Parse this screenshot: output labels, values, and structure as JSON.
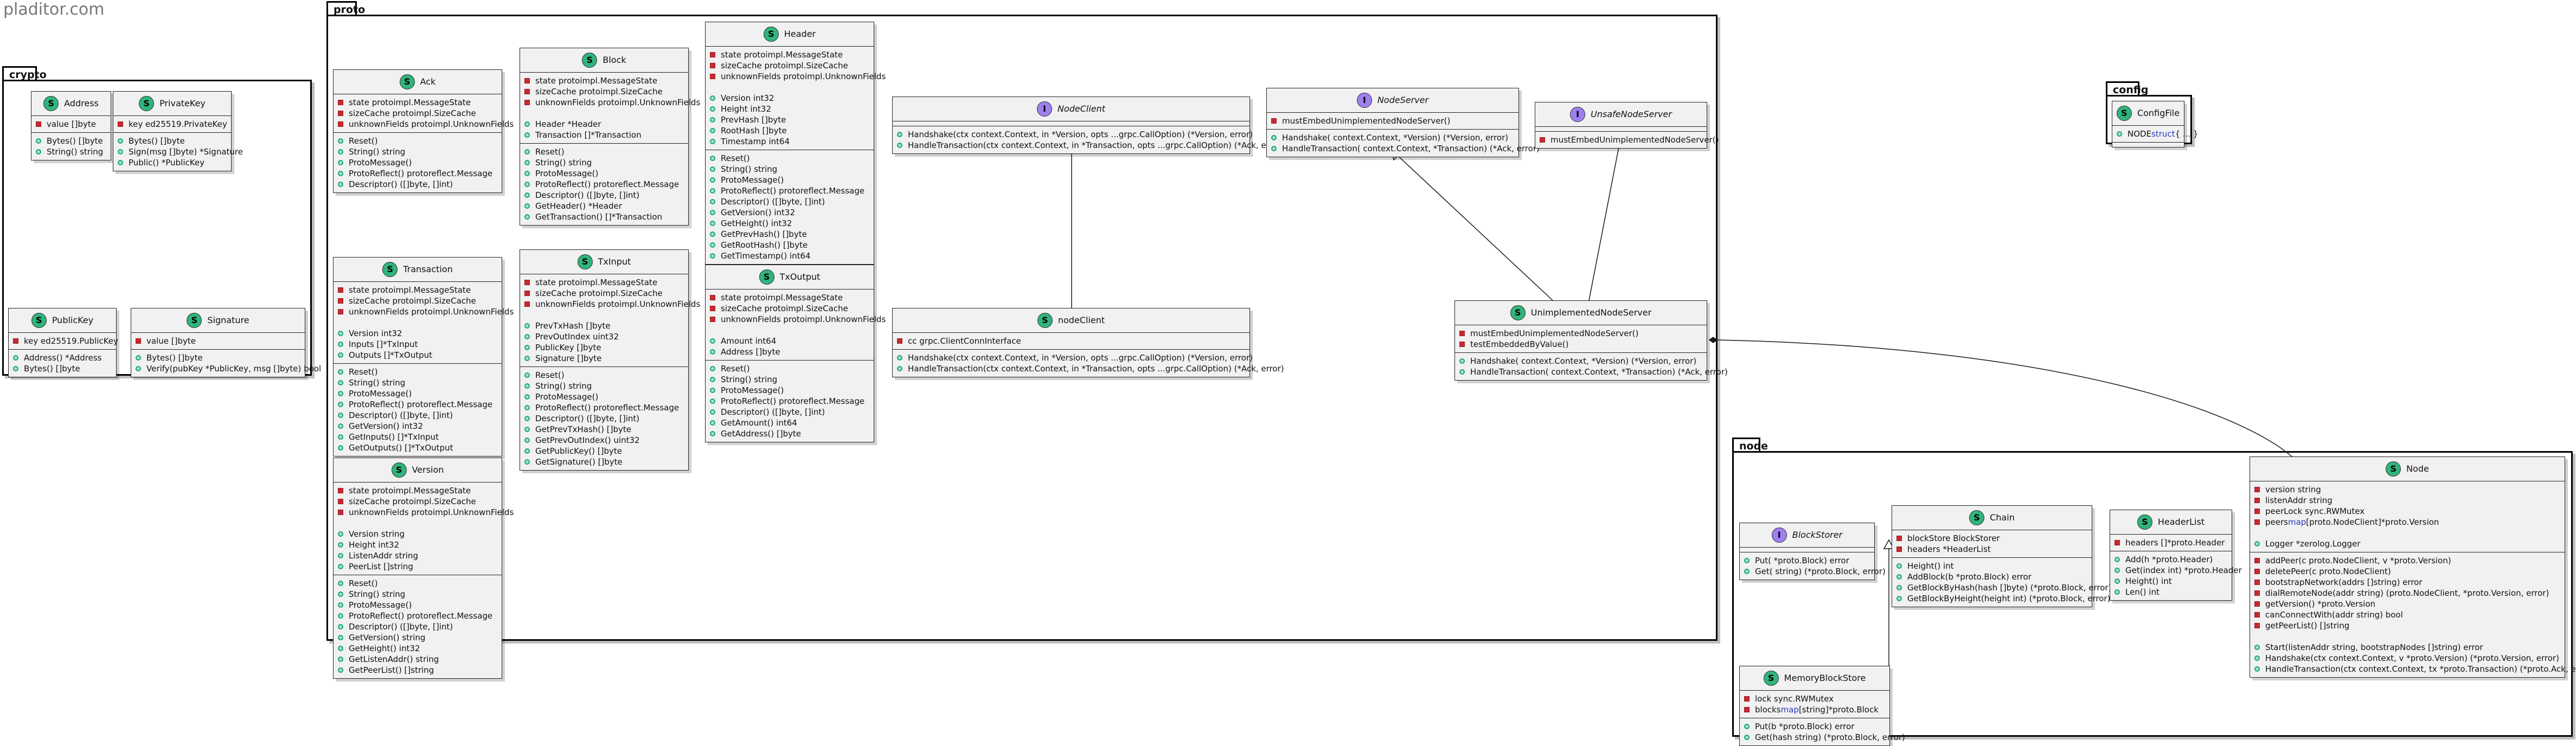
{
  "title": "pladitor.com",
  "packages": [
    {
      "id": "crypto",
      "label": "crypto"
    },
    {
      "id": "proto",
      "label": "proto"
    },
    {
      "id": "config",
      "label": "config"
    },
    {
      "id": "node",
      "label": "node"
    }
  ],
  "classes": [
    {
      "id": "address",
      "kind": "S",
      "name": "Address",
      "sections": [
        [
          {
            "v": "-",
            "t": "value []byte"
          }
        ],
        [
          {
            "v": "+",
            "t": "Bytes() []byte"
          },
          {
            "v": "+",
            "t": "String() string"
          }
        ]
      ]
    },
    {
      "id": "privatekey",
      "kind": "S",
      "name": "PrivateKey",
      "sections": [
        [
          {
            "v": "-",
            "t": "key ed25519.PrivateKey"
          }
        ],
        [
          {
            "v": "+",
            "t": "Bytes() []byte"
          },
          {
            "v": "+",
            "t": "Sign(msg []byte) *Signature"
          },
          {
            "v": "+",
            "t": "Public() *PublicKey"
          }
        ]
      ]
    },
    {
      "id": "publickey",
      "kind": "S",
      "name": "PublicKey",
      "sections": [
        [
          {
            "v": "-",
            "t": "key ed25519.PublicKey"
          }
        ],
        [
          {
            "v": "+",
            "t": "Address() *Address"
          },
          {
            "v": "+",
            "t": "Bytes() []byte"
          }
        ]
      ]
    },
    {
      "id": "signature",
      "kind": "S",
      "name": "Signature",
      "sections": [
        [
          {
            "v": "-",
            "t": "value []byte"
          }
        ],
        [
          {
            "v": "+",
            "t": "Bytes() []byte"
          },
          {
            "v": "+",
            "t": "Verify(pubKey *PublicKey, msg []byte) bool"
          }
        ]
      ]
    },
    {
      "id": "ack",
      "kind": "S",
      "name": "Ack",
      "sections": [
        [
          {
            "v": "-",
            "t": "state protoimpl.MessageState"
          },
          {
            "v": "-",
            "t": "sizeCache protoimpl.SizeCache"
          },
          {
            "v": "-",
            "t": "unknownFields protoimpl.UnknownFields"
          }
        ],
        [
          {
            "v": "+",
            "t": "Reset()"
          },
          {
            "v": "+",
            "t": "String() string"
          },
          {
            "v": "+",
            "t": "ProtoMessage()"
          },
          {
            "v": "+",
            "t": "ProtoReflect() protoreflect.Message"
          },
          {
            "v": "+",
            "t": "Descriptor() ([]byte, []int)"
          }
        ]
      ]
    },
    {
      "id": "block",
      "kind": "S",
      "name": "Block",
      "sections": [
        [
          {
            "v": "-",
            "t": "state protoimpl.MessageState"
          },
          {
            "v": "-",
            "t": "sizeCache protoimpl.SizeCache"
          },
          {
            "v": "-",
            "t": "unknownFields protoimpl.UnknownFields"
          },
          {
            "gap": true
          },
          {
            "v": "+",
            "t": "Header *Header"
          },
          {
            "v": "+",
            "t": "Transaction []*Transaction"
          }
        ],
        [
          {
            "v": "+",
            "t": "Reset()"
          },
          {
            "v": "+",
            "t": "String() string"
          },
          {
            "v": "+",
            "t": "ProtoMessage()"
          },
          {
            "v": "+",
            "t": "ProtoReflect() protoreflect.Message"
          },
          {
            "v": "+",
            "t": "Descriptor() ([]byte, []int)"
          },
          {
            "v": "+",
            "t": "GetHeader() *Header"
          },
          {
            "v": "+",
            "t": "GetTransaction() []*Transaction"
          }
        ]
      ]
    },
    {
      "id": "header",
      "kind": "S",
      "name": "Header",
      "sections": [
        [
          {
            "v": "-",
            "t": "state protoimpl.MessageState"
          },
          {
            "v": "-",
            "t": "sizeCache protoimpl.SizeCache"
          },
          {
            "v": "-",
            "t": "unknownFields protoimpl.UnknownFields"
          },
          {
            "gap": true
          },
          {
            "v": "+",
            "t": "Version int32"
          },
          {
            "v": "+",
            "t": "Height int32"
          },
          {
            "v": "+",
            "t": "PrevHash []byte"
          },
          {
            "v": "+",
            "t": "RootHash []byte"
          },
          {
            "v": "+",
            "t": "Timestamp int64"
          }
        ],
        [
          {
            "v": "+",
            "t": "Reset()"
          },
          {
            "v": "+",
            "t": "String() string"
          },
          {
            "v": "+",
            "t": "ProtoMessage()"
          },
          {
            "v": "+",
            "t": "ProtoReflect() protoreflect.Message"
          },
          {
            "v": "+",
            "t": "Descriptor() ([]byte, []int)"
          },
          {
            "v": "+",
            "t": "GetVersion() int32"
          },
          {
            "v": "+",
            "t": "GetHeight() int32"
          },
          {
            "v": "+",
            "t": "GetPrevHash() []byte"
          },
          {
            "v": "+",
            "t": "GetRootHash() []byte"
          },
          {
            "v": "+",
            "t": "GetTimestamp() int64"
          }
        ]
      ]
    },
    {
      "id": "transaction",
      "kind": "S",
      "name": "Transaction",
      "sections": [
        [
          {
            "v": "-",
            "t": "state protoimpl.MessageState"
          },
          {
            "v": "-",
            "t": "sizeCache protoimpl.SizeCache"
          },
          {
            "v": "-",
            "t": "unknownFields protoimpl.UnknownFields"
          },
          {
            "gap": true
          },
          {
            "v": "+",
            "t": "Version int32"
          },
          {
            "v": "+",
            "t": "Inputs []*TxInput"
          },
          {
            "v": "+",
            "t": "Outputs []*TxOutput"
          }
        ],
        [
          {
            "v": "+",
            "t": "Reset()"
          },
          {
            "v": "+",
            "t": "String() string"
          },
          {
            "v": "+",
            "t": "ProtoMessage()"
          },
          {
            "v": "+",
            "t": "ProtoReflect() protoreflect.Message"
          },
          {
            "v": "+",
            "t": "Descriptor() ([]byte, []int)"
          },
          {
            "v": "+",
            "t": "GetVersion() int32"
          },
          {
            "v": "+",
            "t": "GetInputs() []*TxInput"
          },
          {
            "v": "+",
            "t": "GetOutputs() []*TxOutput"
          }
        ]
      ]
    },
    {
      "id": "txinput",
      "kind": "S",
      "name": "TxInput",
      "sections": [
        [
          {
            "v": "-",
            "t": "state protoimpl.MessageState"
          },
          {
            "v": "-",
            "t": "sizeCache protoimpl.SizeCache"
          },
          {
            "v": "-",
            "t": "unknownFields protoimpl.UnknownFields"
          },
          {
            "gap": true
          },
          {
            "v": "+",
            "t": "PrevTxHash []byte"
          },
          {
            "v": "+",
            "t": "PrevOutIndex uint32"
          },
          {
            "v": "+",
            "t": "PublicKey []byte"
          },
          {
            "v": "+",
            "t": "Signature []byte"
          }
        ],
        [
          {
            "v": "+",
            "t": "Reset()"
          },
          {
            "v": "+",
            "t": "String() string"
          },
          {
            "v": "+",
            "t": "ProtoMessage()"
          },
          {
            "v": "+",
            "t": "ProtoReflect() protoreflect.Message"
          },
          {
            "v": "+",
            "t": "Descriptor() ([]byte, []int)"
          },
          {
            "v": "+",
            "t": "GetPrevTxHash() []byte"
          },
          {
            "v": "+",
            "t": "GetPrevOutIndex() uint32"
          },
          {
            "v": "+",
            "t": "GetPublicKey() []byte"
          },
          {
            "v": "+",
            "t": "GetSignature() []byte"
          }
        ]
      ]
    },
    {
      "id": "txoutput",
      "kind": "S",
      "name": "TxOutput",
      "sections": [
        [
          {
            "v": "-",
            "t": "state protoimpl.MessageState"
          },
          {
            "v": "-",
            "t": "sizeCache protoimpl.SizeCache"
          },
          {
            "v": "-",
            "t": "unknownFields protoimpl.UnknownFields"
          },
          {
            "gap": true
          },
          {
            "v": "+",
            "t": "Amount int64"
          },
          {
            "v": "+",
            "t": "Address []byte"
          }
        ],
        [
          {
            "v": "+",
            "t": "Reset()"
          },
          {
            "v": "+",
            "t": "String() string"
          },
          {
            "v": "+",
            "t": "ProtoMessage()"
          },
          {
            "v": "+",
            "t": "ProtoReflect() protoreflect.Message"
          },
          {
            "v": "+",
            "t": "Descriptor() ([]byte, []int)"
          },
          {
            "v": "+",
            "t": "GetAmount() int64"
          },
          {
            "v": "+",
            "t": "GetAddress() []byte"
          }
        ]
      ]
    },
    {
      "id": "version",
      "kind": "S",
      "name": "Version",
      "sections": [
        [
          {
            "v": "-",
            "t": "state protoimpl.MessageState"
          },
          {
            "v": "-",
            "t": "sizeCache protoimpl.SizeCache"
          },
          {
            "v": "-",
            "t": "unknownFields protoimpl.UnknownFields"
          },
          {
            "gap": true
          },
          {
            "v": "+",
            "t": "Version string"
          },
          {
            "v": "+",
            "t": "Height int32"
          },
          {
            "v": "+",
            "t": "ListenAddr string"
          },
          {
            "v": "+",
            "t": "PeerList []string"
          }
        ],
        [
          {
            "v": "+",
            "t": "Reset()"
          },
          {
            "v": "+",
            "t": "String() string"
          },
          {
            "v": "+",
            "t": "ProtoMessage()"
          },
          {
            "v": "+",
            "t": "ProtoReflect() protoreflect.Message"
          },
          {
            "v": "+",
            "t": "Descriptor() ([]byte, []int)"
          },
          {
            "v": "+",
            "t": "GetVersion() string"
          },
          {
            "v": "+",
            "t": "GetHeight() int32"
          },
          {
            "v": "+",
            "t": "GetListenAddr() string"
          },
          {
            "v": "+",
            "t": "GetPeerList() []string"
          }
        ]
      ]
    },
    {
      "id": "nodeclient-if",
      "kind": "I",
      "name": "NodeClient",
      "sections": [
        [],
        [
          {
            "v": "+",
            "t": "Handshake(ctx context.Context, in *Version, opts ...grpc.CallOption) (*Version, error)"
          },
          {
            "v": "+",
            "t": "HandleTransaction(ctx context.Context, in *Transaction, opts ...grpc.CallOption) (*Ack, error)"
          }
        ]
      ]
    },
    {
      "id": "nodeserver-if",
      "kind": "I",
      "name": "NodeServer",
      "sections": [
        [
          {
            "v": "-",
            "t": "mustEmbedUnimplementedNodeServer()"
          }
        ],
        [
          {
            "v": "+",
            "t": "Handshake( context.Context,  *Version) (*Version, error)"
          },
          {
            "v": "+",
            "t": "HandleTransaction( context.Context,  *Transaction) (*Ack, error)"
          }
        ]
      ]
    },
    {
      "id": "unsafenodeserver-if",
      "kind": "I",
      "name": "UnsafeNodeServer",
      "sections": [
        [],
        [
          {
            "v": "-",
            "t": "mustEmbedUnimplementedNodeServer()"
          }
        ]
      ]
    },
    {
      "id": "nodeclient",
      "kind": "S",
      "name": "nodeClient",
      "sections": [
        [
          {
            "v": "-",
            "t": "cc grpc.ClientConnInterface"
          }
        ],
        [
          {
            "v": "+",
            "t": "Handshake(ctx context.Context, in *Version, opts ...grpc.CallOption) (*Version, error)"
          },
          {
            "v": "+",
            "t": "HandleTransaction(ctx context.Context, in *Transaction, opts ...grpc.CallOption) (*Ack, error)"
          }
        ]
      ]
    },
    {
      "id": "unimplementednodeserver",
      "kind": "S",
      "name": "UnimplementedNodeServer",
      "sections": [
        [
          {
            "v": "-",
            "t": "mustEmbedUnimplementedNodeServer()"
          },
          {
            "v": "-",
            "t": "testEmbeddedByValue()"
          }
        ],
        [
          {
            "v": "+",
            "t": "Handshake( context.Context,  *Version) (*Version, error)"
          },
          {
            "v": "+",
            "t": "HandleTransaction( context.Context,  *Transaction) (*Ack, error)"
          }
        ]
      ]
    },
    {
      "id": "configfile",
      "kind": "S",
      "name": "ConfigFile",
      "sections": [
        [
          {
            "v": "+",
            "t": "NODE ",
            "kw": "struct",
            "t2": "{ ... }"
          }
        ],
        []
      ]
    },
    {
      "id": "blockstorer-if",
      "kind": "I",
      "name": "BlockStorer",
      "sections": [
        [],
        [
          {
            "v": "+",
            "t": "Put( *proto.Block) error"
          },
          {
            "v": "+",
            "t": "Get( string) (*proto.Block, error)"
          }
        ]
      ]
    },
    {
      "id": "chain",
      "kind": "S",
      "name": "Chain",
      "sections": [
        [
          {
            "v": "-",
            "t": "blockStore BlockStorer"
          },
          {
            "v": "-",
            "t": "headers *HeaderList"
          }
        ],
        [
          {
            "v": "+",
            "t": "Height() int"
          },
          {
            "v": "+",
            "t": "AddBlock(b *proto.Block) error"
          },
          {
            "v": "+",
            "t": "GetBlockByHash(hash []byte) (*proto.Block, error)"
          },
          {
            "v": "+",
            "t": "GetBlockByHeight(height int) (*proto.Block, error)"
          }
        ]
      ]
    },
    {
      "id": "headerlist",
      "kind": "S",
      "name": "HeaderList",
      "sections": [
        [
          {
            "v": "-",
            "t": "headers []*proto.Header"
          }
        ],
        [
          {
            "v": "+",
            "t": "Add(h *proto.Header)"
          },
          {
            "v": "+",
            "t": "Get(index int) *proto.Header"
          },
          {
            "v": "+",
            "t": "Height() int"
          },
          {
            "v": "+",
            "t": "Len() int"
          }
        ]
      ]
    },
    {
      "id": "node",
      "kind": "S",
      "name": "Node",
      "sections": [
        [
          {
            "v": "-",
            "t": "version string"
          },
          {
            "v": "-",
            "t": "listenAddr string"
          },
          {
            "v": "-",
            "t": "peerLock sync.RWMutex"
          },
          {
            "v": "-",
            "t": "peers ",
            "kw": "map",
            "t2": "[proto.NodeClient]*proto.Version"
          },
          {
            "gap": true
          },
          {
            "v": "+",
            "t": "Logger *zerolog.Logger"
          }
        ],
        [
          {
            "v": "-",
            "t": "addPeer(c proto.NodeClient, v *proto.Version)"
          },
          {
            "v": "-",
            "t": "deletePeer(c proto.NodeClient)"
          },
          {
            "v": "-",
            "t": "bootstrapNetwork(addrs []string) error"
          },
          {
            "v": "-",
            "t": "dialRemoteNode(addr string) (proto.NodeClient, *proto.Version, error)"
          },
          {
            "v": "-",
            "t": "getVersion() *proto.Version"
          },
          {
            "v": "-",
            "t": "canConnectWith(addr string) bool"
          },
          {
            "v": "-",
            "t": "getPeerList() []string"
          },
          {
            "gap": true
          },
          {
            "v": "+",
            "t": "Start(listenAddr string, bootstrapNodes []string) error"
          },
          {
            "v": "+",
            "t": "Handshake(ctx context.Context, v *proto.Version) (*proto.Version, error)"
          },
          {
            "v": "+",
            "t": "HandleTransaction(ctx context.Context, tx *proto.Transaction) (*proto.Ack, error)"
          }
        ]
      ]
    },
    {
      "id": "memoryblockstore",
      "kind": "S",
      "name": "MemoryBlockStore",
      "sections": [
        [
          {
            "v": "-",
            "t": "lock sync.RWMutex"
          },
          {
            "v": "-",
            "t": "blocks ",
            "kw": "map",
            "t2": "[string]*proto.Block"
          }
        ],
        [
          {
            "v": "+",
            "t": "Put(b *proto.Block) error"
          },
          {
            "v": "+",
            "t": "Get(hash string) (*proto.Block, error)"
          }
        ]
      ]
    }
  ]
}
